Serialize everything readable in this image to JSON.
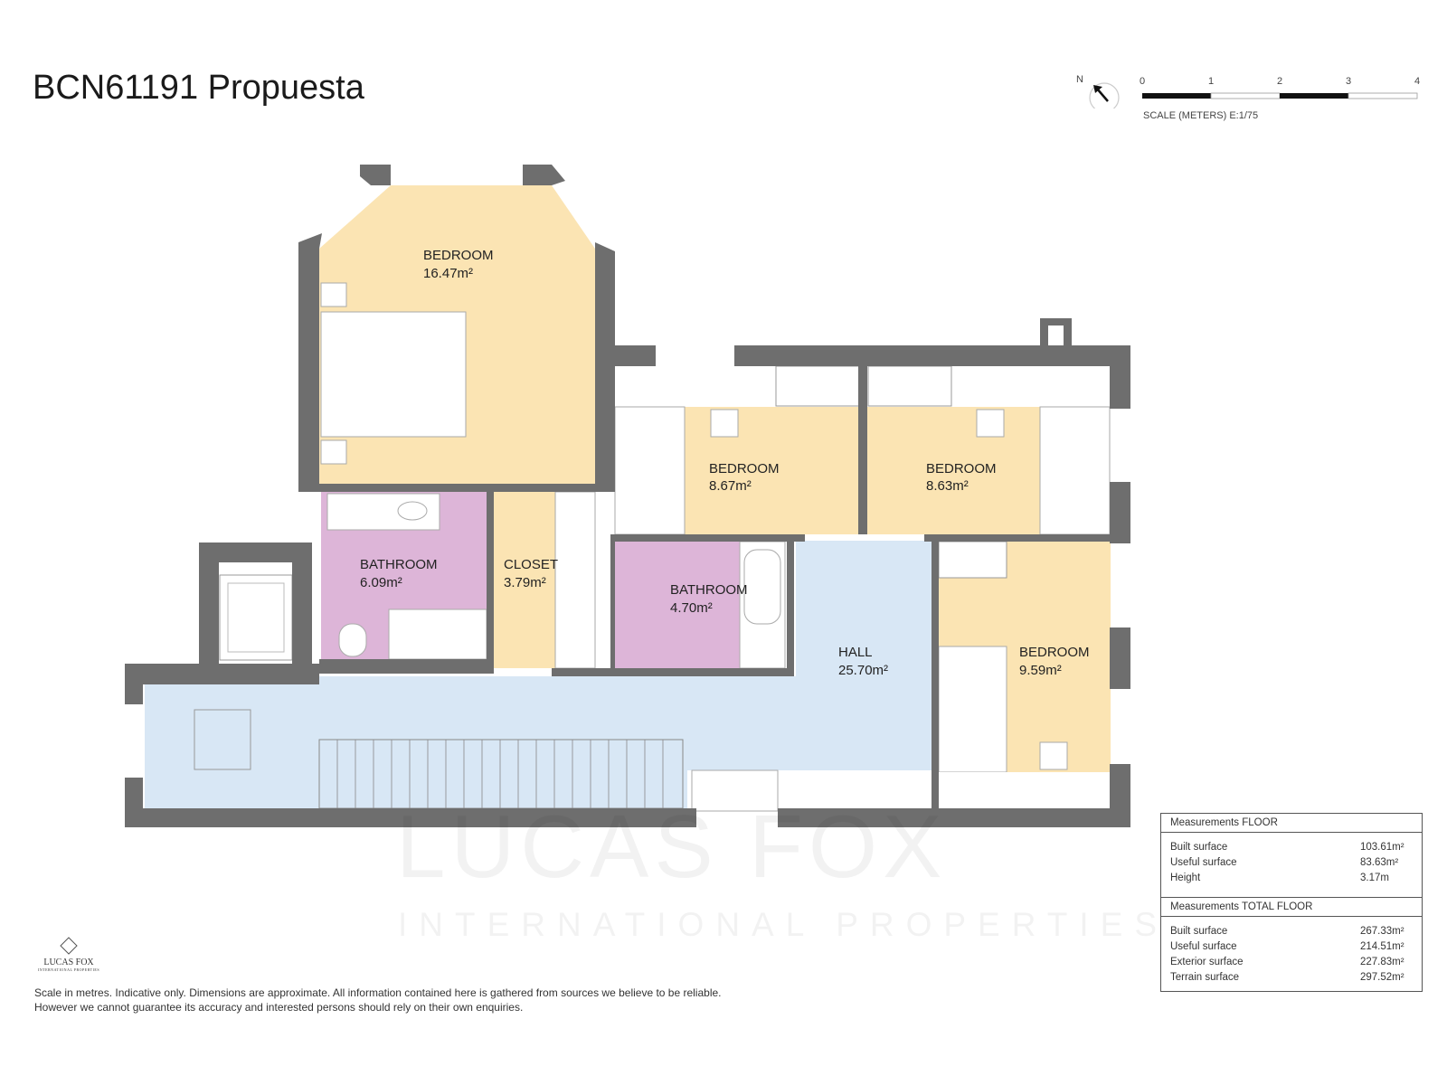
{
  "title": "BCN61191 Propuesta",
  "scale": {
    "north_label": "N",
    "ticks": [
      "0",
      "1",
      "2",
      "3",
      "4"
    ],
    "label": "SCALE (METERS) E:1/75"
  },
  "rooms": [
    {
      "name": "BEDROOM",
      "area": "16.47m²"
    },
    {
      "name": "BEDROOM",
      "area": "8.67m²"
    },
    {
      "name": "BEDROOM",
      "area": "8.63m²"
    },
    {
      "name": "BATHROOM",
      "area": "6.09m²"
    },
    {
      "name": "CLOSET",
      "area": "3.79m²"
    },
    {
      "name": "BATHROOM",
      "area": "4.70m²"
    },
    {
      "name": "HALL",
      "area": "25.70m²"
    },
    {
      "name": "BEDROOM",
      "area": "9.59m²"
    }
  ],
  "colors": {
    "wall": "#6e6e6e",
    "bedroom": "#fbe4b3",
    "bathroom": "#ddb5d8",
    "hall": "#d8e7f5"
  },
  "measurements_floor": {
    "header": "Measurements FLOOR",
    "rows": [
      {
        "label": "Built surface",
        "value": "103.61m²"
      },
      {
        "label": "Useful surface",
        "value": "83.63m²"
      },
      {
        "label": "Height",
        "value": "3.17m"
      }
    ]
  },
  "measurements_total": {
    "header": "Measurements TOTAL FLOOR",
    "rows": [
      {
        "label": "Built surface",
        "value": "267.33m²"
      },
      {
        "label": "Useful surface",
        "value": "214.51m²"
      },
      {
        "label": "Exterior surface",
        "value": "227.83m²"
      },
      {
        "label": "Terrain surface",
        "value": "297.52m²"
      }
    ]
  },
  "logo": {
    "name": "LUCAS FOX",
    "sub": "INTERNATIONAL PROPERTIES"
  },
  "watermark": {
    "line1": "LUCAS FOX",
    "line2": "INTERNATIONAL PROPERTIES"
  },
  "disclaimer": [
    "Scale in metres. Indicative only. Dimensions are approximate. All information contained here is gathered from sources we believe to be reliable.",
    "However we cannot guarantee its accuracy and interested persons should rely on their own enquiries."
  ]
}
